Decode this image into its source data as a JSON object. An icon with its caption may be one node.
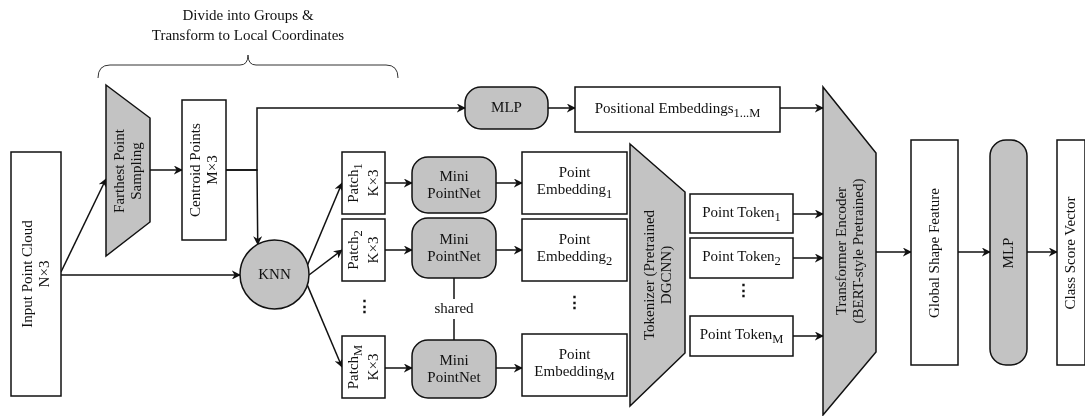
{
  "diagram": {
    "nodes": [
      {
        "text": [
          "Input Point Cloud N×3"
        ]
      },
      {
        "text": [
          "Farthest Point Sampling"
        ]
      },
      {
        "text": [
          "Centroid Points M×3"
        ]
      },
      {
        "text": [
          "KNN"
        ]
      },
      {
        "text": [
          "MLP"
        ]
      },
      {
        "text": [
          "Positional Embeddings$_{1...M}$"
        ]
      },
      {
        "text": [
          "Patch$_{1}$ K×3"
        ]
      },
      {
        "text": [
          "Patch$_{2}$ K×3"
        ]
      },
      {
        "text": [
          "Patch$_{M}$ K×3"
        ]
      },
      {
        "text": [
          "Mini PointNet"
        ]
      },
      {
        "text": [
          "Mini PointNet"
        ]
      },
      {
        "text": [
          "Mini PointNet"
        ]
      },
      {
        "text": [
          "Point Embedding$_{1}$"
        ]
      },
      {
        "text": [
          "Point Embedding$_{2}$"
        ]
      },
      {
        "text": [
          "Point Embedding$_{M}$"
        ]
      },
      {
        "text": [
          "Tokenizer (Pretrained DGCNN)"
        ]
      },
      {
        "text": [
          "Point Token$_{1}$"
        ]
      },
      {
        "text": [
          "Point Token$_{2}$"
        ]
      },
      {
        "text": [
          "Point Token$_{M}$"
        ]
      },
      {
        "text": [
          "Transformer Encoder (BERT-style Pretrained)"
        ]
      },
      {
        "text": [
          "Global Shape Feature"
        ]
      },
      {
        "text": [
          "MLP"
        ]
      },
      {
        "text": [
          "Class Score Vector"
        ]
      }
    ],
    "edges": [
      {
        "from": 0,
        "to": 1,
        "arrow": "to"
      },
      {
        "from": 0,
        "to": 3,
        "arrow": "to"
      },
      {
        "from": 1,
        "to": 2,
        "arrow": "to"
      },
      {
        "from": 2,
        "to": 3,
        "arrow": "to"
      },
      {
        "from": 2,
        "to": 4,
        "arrow": "to"
      },
      {
        "from": 4,
        "to": 5,
        "arrow": "to"
      },
      {
        "from": 5,
        "to": 19,
        "arrow": "to"
      },
      {
        "from": 3,
        "to": 6,
        "arrow": "to"
      },
      {
        "from": 3,
        "to": 7,
        "arrow": "to"
      },
      {
        "from": 3,
        "to": 8,
        "arrow": "to"
      },
      {
        "from": 6,
        "to": 9,
        "arrow": "to"
      },
      {
        "from": 7,
        "to": 10,
        "arrow": "to"
      },
      {
        "from": 8,
        "to": 11,
        "arrow": "to"
      },
      {
        "from": 9,
        "to": 12,
        "arrow": "to"
      },
      {
        "from": 10,
        "to": 13,
        "arrow": "to"
      },
      {
        "from": 11,
        "to": 14,
        "arrow": "to"
      },
      {
        "from": 10,
        "to": 11,
        "arrow": "none",
        "label": "shared"
      },
      {
        "from": 16,
        "to": 19,
        "arrow": "to"
      },
      {
        "from": 17,
        "to": 19,
        "arrow": "to"
      },
      {
        "from": 18,
        "to": 19,
        "arrow": "to"
      },
      {
        "from": 19,
        "to": 20,
        "arrow": "to"
      },
      {
        "from": 20,
        "to": 21,
        "arrow": "to"
      },
      {
        "from": 21,
        "to": 22,
        "arrow": "to"
      }
    ],
    "labels": [
      "Divide into Groups & Transform to Local Coordinates",
      "⋮",
      "⋮",
      "⋮"
    ]
  }
}
